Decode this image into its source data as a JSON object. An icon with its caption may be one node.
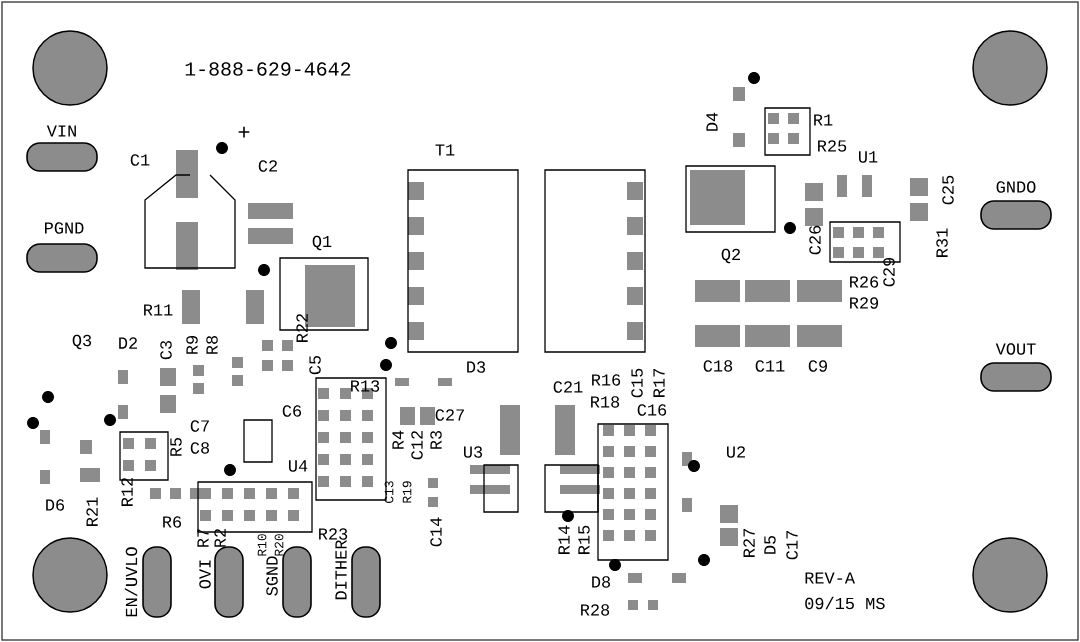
{
  "diagram": {
    "nodes": [
      {
        "text": [
          "VIN"
        ]
      },
      {
        "text": [
          "PGND"
        ]
      },
      {
        "text": [
          "GNDO"
        ]
      },
      {
        "text": [
          "VOUT"
        ]
      },
      {
        "text": [
          "EN/UVLO"
        ]
      },
      {
        "text": [
          "OVI"
        ]
      },
      {
        "text": [
          "SGND"
        ]
      },
      {
        "text": [
          "DITHER"
        ]
      }
    ],
    "labels": [
      "1-888-629-4642",
      "D4",
      "R1",
      "+",
      "R25",
      "C1",
      "C2",
      "T1",
      "U1",
      "C25",
      "Q1",
      "Q2",
      "C26",
      "R31",
      "C29",
      "R26",
      "R29",
      "R11",
      "Q3",
      "D2",
      "C3",
      "R9",
      "R8",
      "R22",
      "C5",
      "D3",
      "C18",
      "C11",
      "C9",
      "R13",
      "C21",
      "R16",
      "C15",
      "R17",
      "R18",
      "C6",
      "C7",
      "C27",
      "C16",
      "R5",
      "C8",
      "R4",
      "C12",
      "R3",
      "U3",
      "U2",
      "U4",
      "C13",
      "R19",
      "D6",
      "R21",
      "R12",
      "R6",
      "R23",
      "C14",
      "R7",
      "R2",
      "R10",
      "R20",
      "R14",
      "R15",
      "R27",
      "D5",
      "C17",
      "D8",
      "REV-A",
      "09/15 MS",
      "R28"
    ]
  }
}
